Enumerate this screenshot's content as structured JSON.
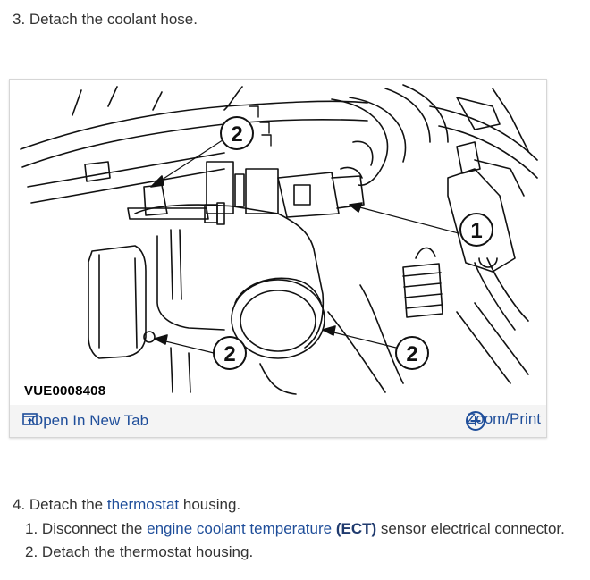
{
  "step3": {
    "title": "3. Detach the coolant hose."
  },
  "figure": {
    "id": "VUE0008408",
    "callouts": [
      "2",
      "1",
      "2",
      "2"
    ],
    "open_tab_label": "Open In New Tab",
    "zoom_label": "Zoom/Print",
    "icons": {
      "open_tab": "open-in-new-tab-icon",
      "zoom": "zoom-plus-icon"
    },
    "link_color": "#1f4e9a"
  },
  "step4": {
    "prefix": "4. Detach the ",
    "link": "thermostat",
    "suffix": " housing.",
    "substeps": [
      {
        "num": "1.",
        "pre": "Disconnect the ",
        "link": "engine coolant temperature",
        "abbr": "(ECT)",
        "post": " sensor electrical connector."
      },
      {
        "num": "2.",
        "text": "Detach the thermostat housing."
      }
    ]
  }
}
